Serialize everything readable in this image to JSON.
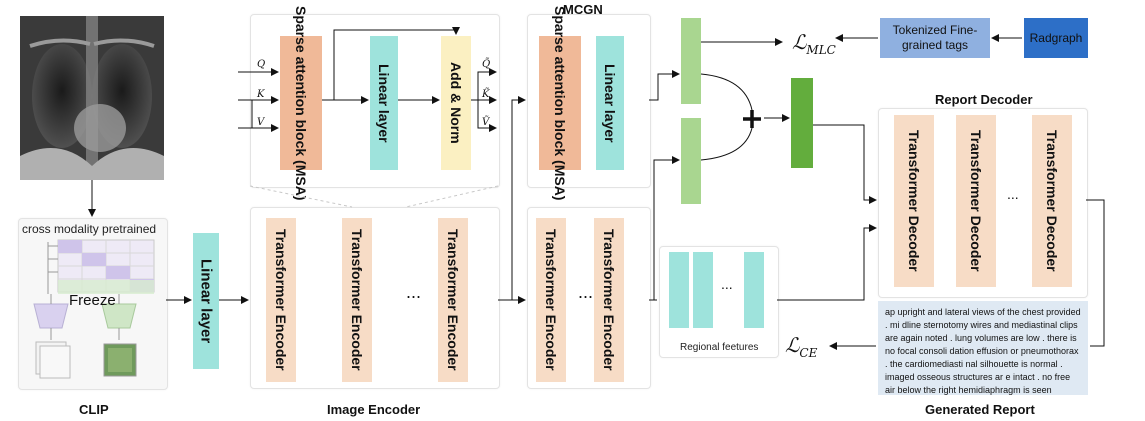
{
  "mcgn": {
    "title": "MCGN",
    "msa_label": "Sparse attention block (MSA)",
    "linear_label": "Linear layer",
    "addnorm_label": "Add & Norm",
    "inputs": [
      "Q",
      "K",
      "V"
    ],
    "outputs": [
      "Q̃",
      "K̃",
      "Ṽ"
    ],
    "loss_mlc": "MLC"
  },
  "tags": {
    "tokenized": "Tokenized Fine-grained tags",
    "radgraph": "Radgraph"
  },
  "clip": {
    "title": "CLIP",
    "pretrained_label": "cross modality pretrained",
    "freeze_label": "Freeze",
    "linear_label": "Linear layer"
  },
  "encoder": {
    "title": "Image  Encoder",
    "block_label": "Transformer Encoder",
    "ellipsis": "..."
  },
  "regional": {
    "label": "Regional feetures",
    "ellipsis": "..."
  },
  "decoder": {
    "title": "Report Decoder",
    "block_label": "Transformer Decoder",
    "ellipsis": "..."
  },
  "report": {
    "title": "Generated Report",
    "text": "ap upright and lateral views of the chest provided . mi dline sternotomy wires and mediastinal clips are again noted . lung volumes are low . there is no focal consoli dation effusion or pneumothorax . the cardiomediasti nal silhouette is normal . imaged osseous structures ar e intact . no free air below the right hemidiaphragm is seen",
    "loss_ce": "CE"
  },
  "colors": {
    "peach": "#f7dcc6",
    "msa": "#f0b998",
    "cyan": "#9ee3dc",
    "yellow": "#fbf0c2",
    "green": "#a9d690",
    "dark_green": "#63ad3d",
    "tag_blue": "#8fb0e0",
    "radgraph_blue": "#2d6fc7",
    "report_bg": "#dfe9f3"
  }
}
